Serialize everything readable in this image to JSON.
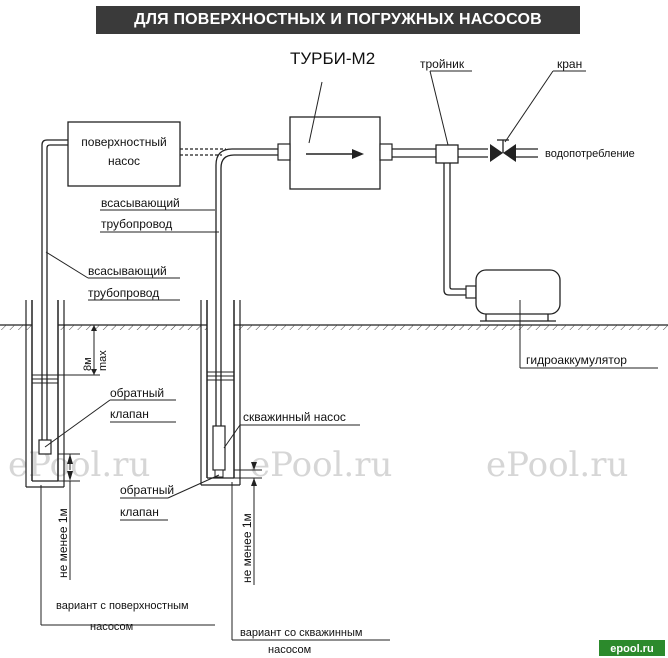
{
  "banner": "ДЛЯ ПОВЕРХНОСТНЫХ И ПОГРУЖНЫХ НАСОСОВ",
  "device": "ТУРБИ-М2",
  "labels": {
    "surface_pump_1": "поверхностный",
    "surface_pump_2": "насос",
    "suction_upper_1": "всасывающий",
    "suction_upper_2": "трубопровод",
    "suction_lower_1": "всасывающий",
    "suction_lower_2": "трубопровод",
    "tee": "тройник",
    "valve": "кран",
    "water_use": "водопотребление",
    "accumulator": "гидроаккумулятор",
    "depth_max_1": "8м",
    "depth_max_2": "max",
    "check_valve_left_1": "обратный",
    "check_valve_left_2": "клапан",
    "borehole_pump": "скважинный насос",
    "check_valve_right_1": "обратный",
    "check_valve_right_2": "клапан",
    "min_depth_left": "не менее 1м",
    "min_depth_right": "не менее 1м",
    "variant_left_1": "вариант с поверхностным",
    "variant_left_2": "насосом",
    "variant_right_1": "вариант со скважинным",
    "variant_right_2": "насосом"
  },
  "watermarks": [
    "ePool.ru",
    "ePool.ru",
    "ePool.ru"
  ],
  "logo": "epool.ru"
}
